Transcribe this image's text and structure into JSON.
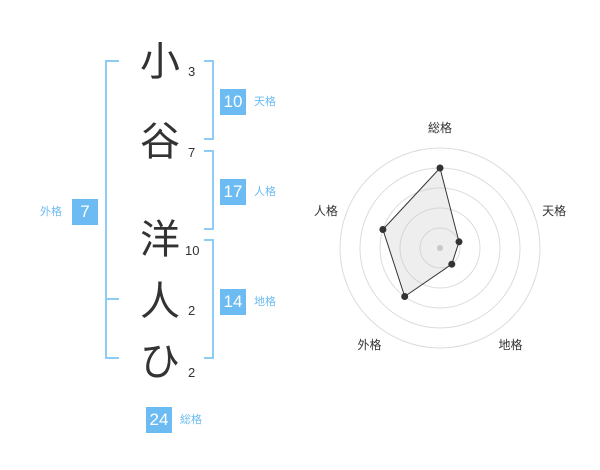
{
  "name": {
    "chars": [
      {
        "char": "小",
        "strokes": "3"
      },
      {
        "char": "谷",
        "strokes": "7"
      },
      {
        "char": "洋",
        "strokes": "10"
      },
      {
        "char": "人",
        "strokes": "2"
      },
      {
        "char": "ひ",
        "strokes": "2"
      }
    ]
  },
  "fortunes": {
    "tenkaku": {
      "label": "天格",
      "value": "10"
    },
    "jinkaku": {
      "label": "人格",
      "value": "17"
    },
    "chikaku": {
      "label": "地格",
      "value": "14"
    },
    "gaikaku": {
      "label": "外格",
      "value": "7"
    },
    "soukaku": {
      "label": "総格",
      "value": "24"
    }
  },
  "colors": {
    "accent": "#6cbcf3",
    "bracket": "#8cccf5"
  },
  "chart_data": {
    "type": "radar",
    "axes": [
      "総格",
      "天格",
      "地格",
      "外格",
      "人格"
    ],
    "values": [
      4,
      1,
      1,
      3,
      3
    ],
    "rmax": 5,
    "rings": 5
  }
}
